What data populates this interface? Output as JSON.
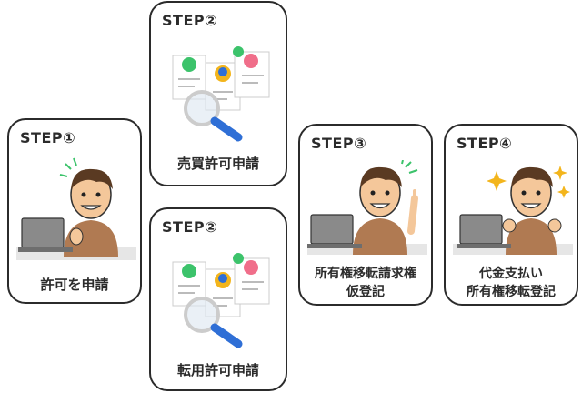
{
  "steps": [
    {
      "step": "STEP①",
      "lines": [
        "許可を申請"
      ]
    },
    {
      "step": "STEP②",
      "lines": [
        "売買許可申請"
      ]
    },
    {
      "step": "STEP②",
      "lines": [
        "転用許可申請"
      ]
    },
    {
      "step": "STEP③",
      "lines": [
        "所有権移転請求権",
        "仮登記"
      ]
    },
    {
      "step": "STEP④",
      "lines": [
        "代金支払い",
        "所有権移転登記"
      ]
    }
  ],
  "colors": {
    "border": "#2b2b2b",
    "skin": "#f4c79a",
    "shirt": "#b07a52",
    "hair": "#5a3a22",
    "laptop": "#8a8a8a",
    "desk": "#e6e6e6",
    "magnifier_handle": "#2f6fd6",
    "check": "#3cc36b",
    "sparkle": "#f3b51c"
  }
}
